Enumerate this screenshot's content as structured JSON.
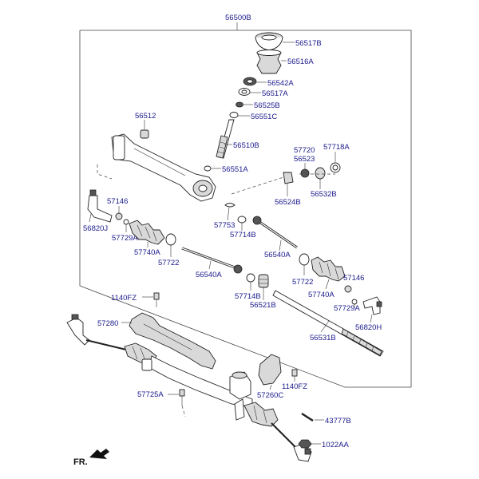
{
  "diagram": {
    "assembly_label": "56500B",
    "direction_label": "FR.",
    "labels": {
      "l56517B_top": "56517B",
      "l56516A": "56516A",
      "l56542A": "56542A",
      "l56517A": "56517A",
      "l56525B": "56525B",
      "l56551C": "56551C",
      "l56512": "56512",
      "l56510B": "56510B",
      "l56551A": "56551A",
      "l57720": "57720",
      "l56523": "56523",
      "l57718A": "57718A",
      "l56532B": "56532B",
      "l56524B": "56524B",
      "l57146_left": "57146",
      "l56820J": "56820J",
      "l57729A_left": "57729A",
      "l57740A_left": "57740A",
      "l57722_left": "57722",
      "l57753": "57753",
      "l57714B_upper": "57714B",
      "l56540A_right": "56540A",
      "l56540A_left": "56540A",
      "l57714B_lower": "57714B",
      "l56521B": "56521B",
      "l57722_right": "57722",
      "l57740A_right": "57740A",
      "l57146_right": "57146",
      "l57729A_right": "57729A",
      "l56820H": "56820H",
      "l56531B": "56531B",
      "l1140FZ_left": "1140FZ",
      "l57280": "57280",
      "l57725A": "57725A",
      "l1140FZ_right": "1140FZ",
      "l57260C": "57260C",
      "l43777B": "43777B",
      "l1022AA": "1022AA"
    }
  }
}
